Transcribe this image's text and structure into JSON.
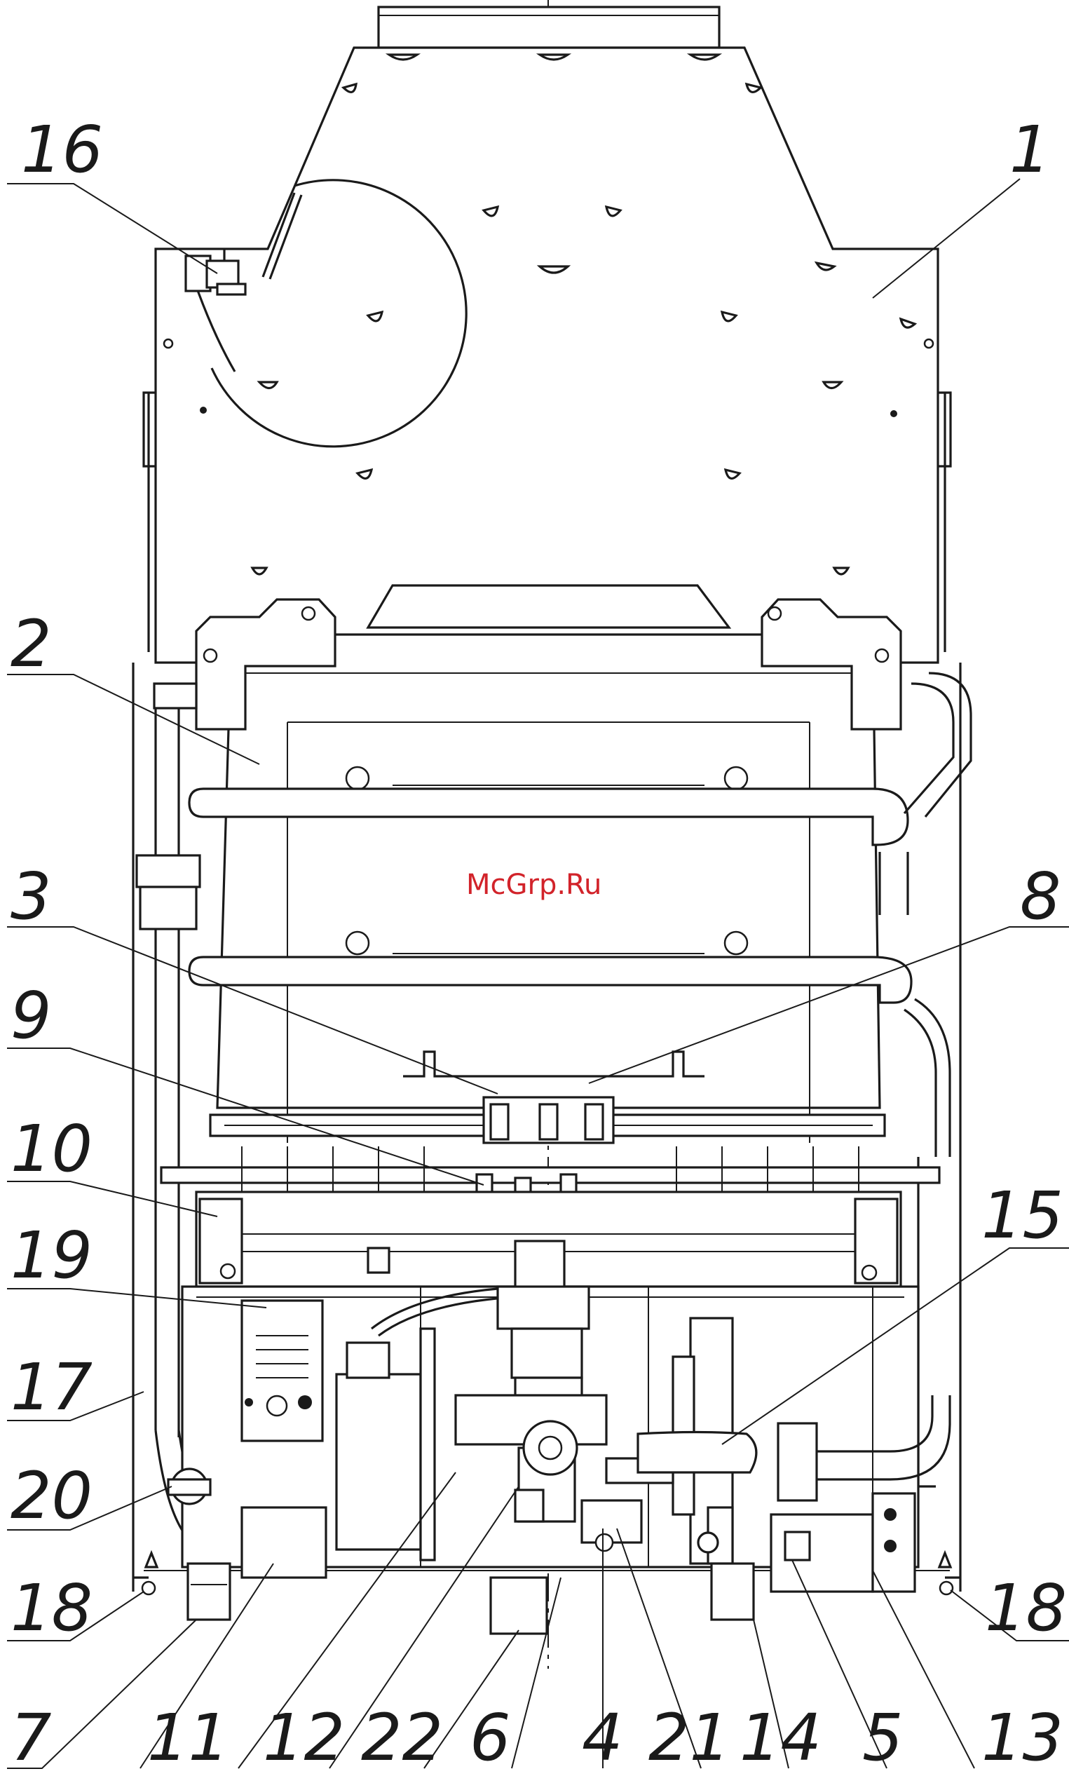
{
  "watermark": "McGrp.Ru",
  "callouts": [
    {
      "id": "c1",
      "text": "1"
    },
    {
      "id": "c2",
      "text": "2"
    },
    {
      "id": "c3",
      "text": "3"
    },
    {
      "id": "c4",
      "text": "4"
    },
    {
      "id": "c5",
      "text": "5"
    },
    {
      "id": "c6",
      "text": "6"
    },
    {
      "id": "c7",
      "text": "7"
    },
    {
      "id": "c8",
      "text": "8"
    },
    {
      "id": "c9",
      "text": "9"
    },
    {
      "id": "c10",
      "text": "10"
    },
    {
      "id": "c11",
      "text": "11"
    },
    {
      "id": "c12",
      "text": "12"
    },
    {
      "id": "c13",
      "text": "13"
    },
    {
      "id": "c14",
      "text": "14"
    },
    {
      "id": "c15",
      "text": "15"
    },
    {
      "id": "c16",
      "text": "16"
    },
    {
      "id": "c17",
      "text": "17"
    },
    {
      "id": "c18a",
      "text": "18"
    },
    {
      "id": "c18b",
      "text": "18"
    },
    {
      "id": "c19",
      "text": "19"
    },
    {
      "id": "c20",
      "text": "20"
    },
    {
      "id": "c21",
      "text": "21"
    },
    {
      "id": "c22",
      "text": "22"
    }
  ]
}
